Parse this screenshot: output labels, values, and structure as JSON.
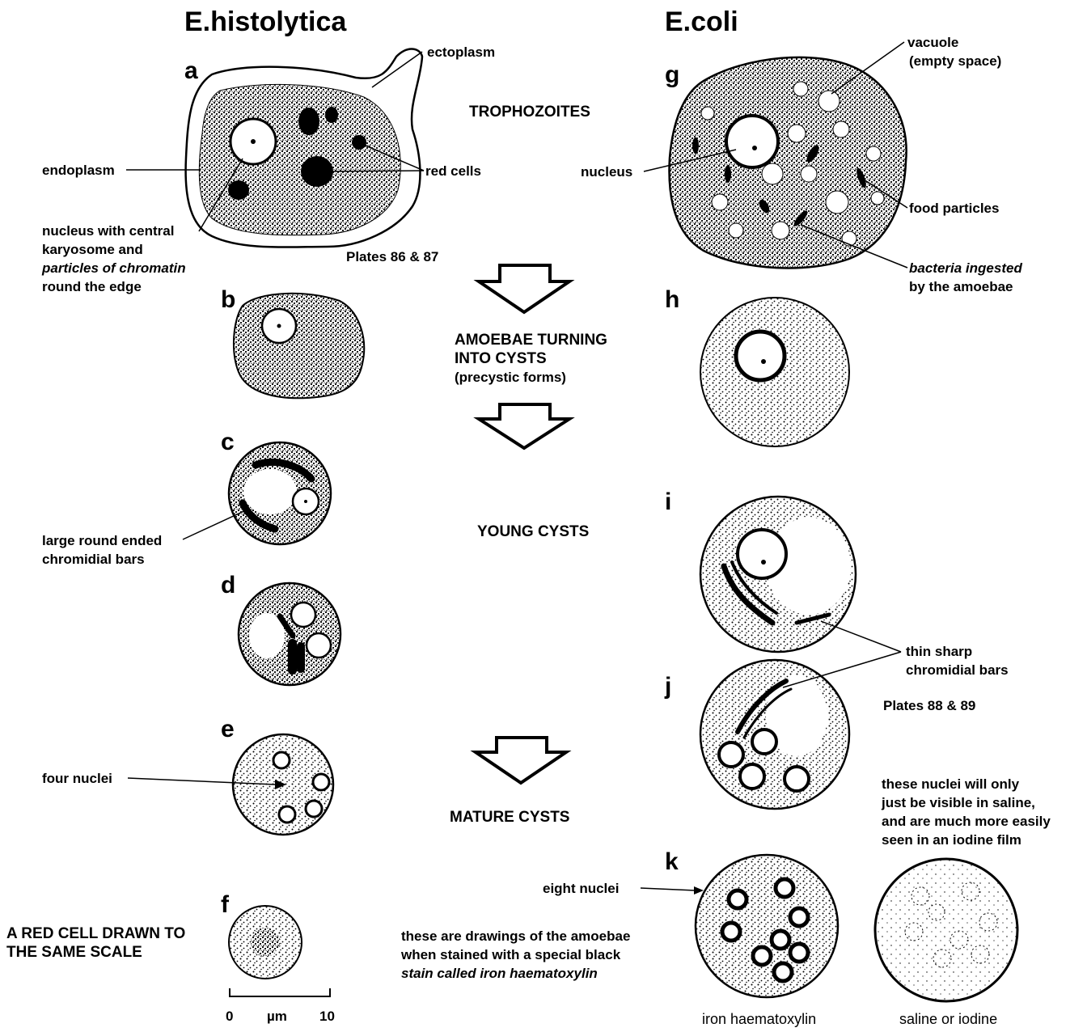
{
  "titles": {
    "left": "E.histolytica",
    "right": "E.coli"
  },
  "letters": {
    "a": "a",
    "b": "b",
    "c": "c",
    "d": "d",
    "e": "e",
    "f": "f",
    "g": "g",
    "h": "h",
    "i": "i",
    "j": "j",
    "k": "k"
  },
  "stages": {
    "trophozoites": "TROPHOZOITES",
    "turning_1": "AMOEBAE TURNING",
    "turning_2": "INTO CYSTS",
    "turning_3": "(precystic forms)",
    "young": "YOUNG CYSTS",
    "mature": "MATURE CYSTS"
  },
  "labels": {
    "ectoplasm": "ectoplasm",
    "endoplasm": "endoplasm",
    "red_cells": "red cells",
    "nucleus_desc_1": "nucleus with central",
    "nucleus_desc_2": "karyosome and",
    "nucleus_desc_3": "particles of chromatin",
    "nucleus_desc_4": "round the edge",
    "plates_86": "Plates 86 & 87",
    "chromidial_large_1": "large round ended",
    "chromidial_large_2": "chromidial bars",
    "four_nuclei": "four nuclei",
    "red_cell_scale_1": "A RED CELL DRAWN TO",
    "red_cell_scale_2": "THE SAME SCALE",
    "scale_0": "0",
    "scale_unit": "µm",
    "scale_10": "10",
    "vacuole_1": "vacuole",
    "vacuole_2": "(empty space)",
    "nucleus": "nucleus",
    "food_particles": "food particles",
    "bacteria_1": "bacteria ingested",
    "bacteria_2": "by the amoebae",
    "thin_bars_1": "thin sharp",
    "thin_bars_2": "chromidial bars",
    "plates_88": "Plates 88 & 89",
    "nuclei_note_1": "these nuclei will only",
    "nuclei_note_2": "just be visible in saline,",
    "nuclei_note_3": "and are much more easily",
    "nuclei_note_4": "seen in an iodine film",
    "eight_nuclei": "eight nuclei",
    "stain_note_1": "these are drawings of the amoebae",
    "stain_note_2": "when stained with a special black",
    "stain_note_3": "stain called iron haematoxylin",
    "iron_caption": "iron haematoxylin",
    "saline_caption": "saline or iodine"
  }
}
